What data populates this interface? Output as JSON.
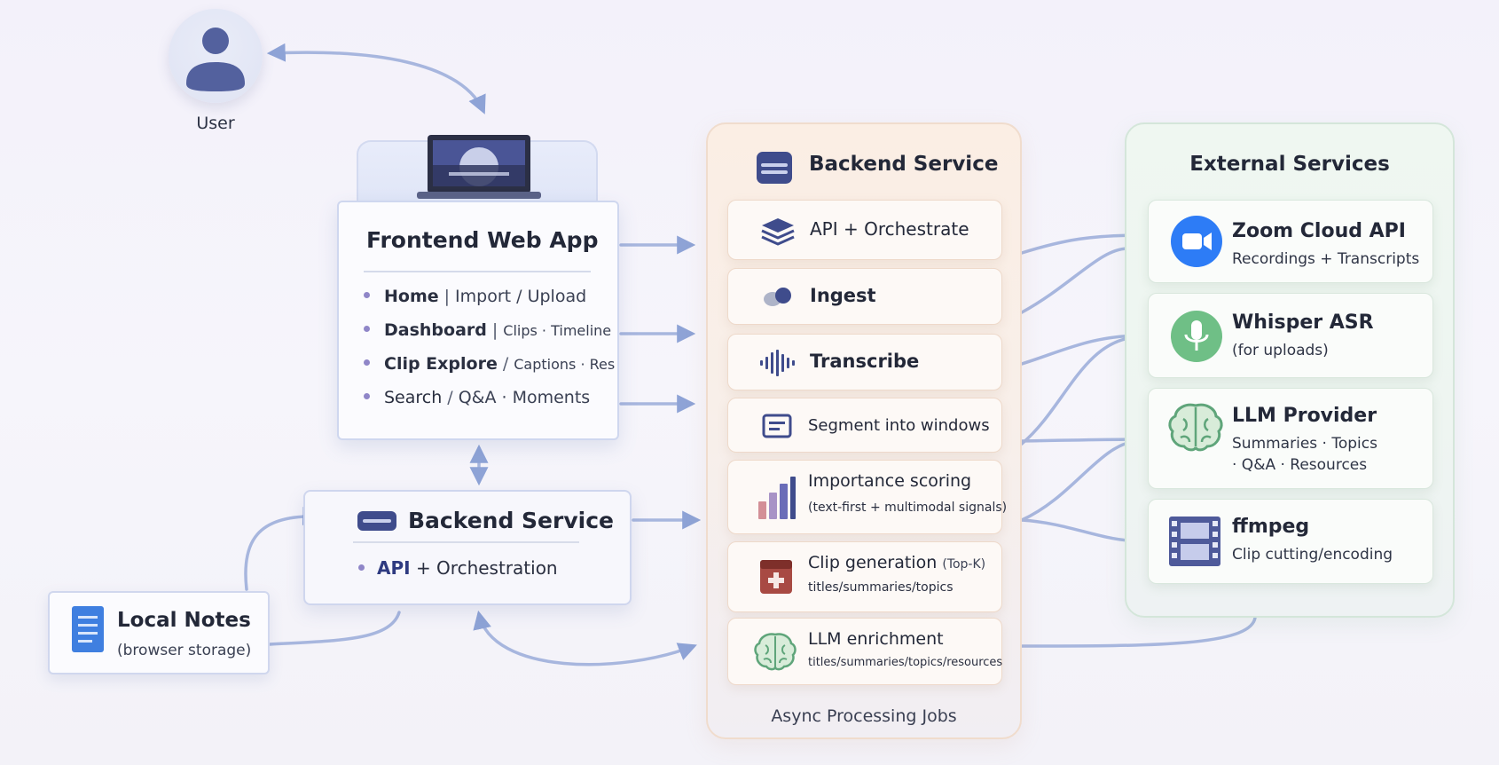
{
  "user": {
    "label": "User"
  },
  "frontend": {
    "title": "Frontend Web App",
    "items": [
      {
        "main": "Home",
        "sep": "|",
        "rest": "Import / Upload"
      },
      {
        "main": "Dashboard",
        "sep": "|",
        "rest": "Clips · Timeline"
      },
      {
        "main": "Clip Explore",
        "sep": "/",
        "rest": "Captions · Res"
      },
      {
        "main": "Search",
        "sep": "/",
        "rest": "Q&A · Moments"
      }
    ]
  },
  "backend_local": {
    "title": "Backend Service",
    "item_main": "API",
    "item_rest": "+ Orchestration"
  },
  "local_notes": {
    "title": "Local Notes",
    "subtitle": "(browser storage)"
  },
  "pipeline": {
    "title": "Backend Service",
    "footer": "Async Processing Jobs",
    "steps": [
      {
        "label": "API + Orchestrate",
        "icon": "layers-icon"
      },
      {
        "label": "Ingest",
        "icon": "ingest-icon"
      },
      {
        "label": "Transcribe",
        "icon": "waveform-icon"
      },
      {
        "label": "Segment into windows",
        "icon": "segment-icon"
      },
      {
        "label": "Importance scoring",
        "sub": "(text-first + multimodal signals)",
        "icon": "bar-chart-icon"
      },
      {
        "label": "Clip generation",
        "aside": "(Top-K)",
        "sub": "titles/summaries/topics",
        "icon": "clip-icon"
      },
      {
        "label": "LLM enrichment",
        "sub": "titles/summaries/topics/resources",
        "icon": "brain-icon"
      }
    ]
  },
  "external": {
    "title": "External Services",
    "services": [
      {
        "name": "Zoom Cloud API",
        "desc": "Recordings + Transcripts",
        "icon": "video-camera-icon",
        "color": "#2d7cf6"
      },
      {
        "name": "Whisper ASR",
        "desc": "(for uploads)",
        "icon": "microphone-icon",
        "color": "#6fbf86"
      },
      {
        "name": "LLM Provider",
        "desc": "Summaries · Topics",
        "desc2": "· Q&A · Resources",
        "icon": "brain-icon",
        "color": "#7cc08e"
      },
      {
        "name": "ffmpeg",
        "desc": "Clip cutting/encoding",
        "icon": "film-strip-icon",
        "color": "#4e5a9a"
      }
    ]
  },
  "colors": {
    "arrow": "#8ea3d6",
    "pipeline_bg": "#fbeee4",
    "external_bg": "#eff7f1",
    "accent": "#8f86c8"
  }
}
